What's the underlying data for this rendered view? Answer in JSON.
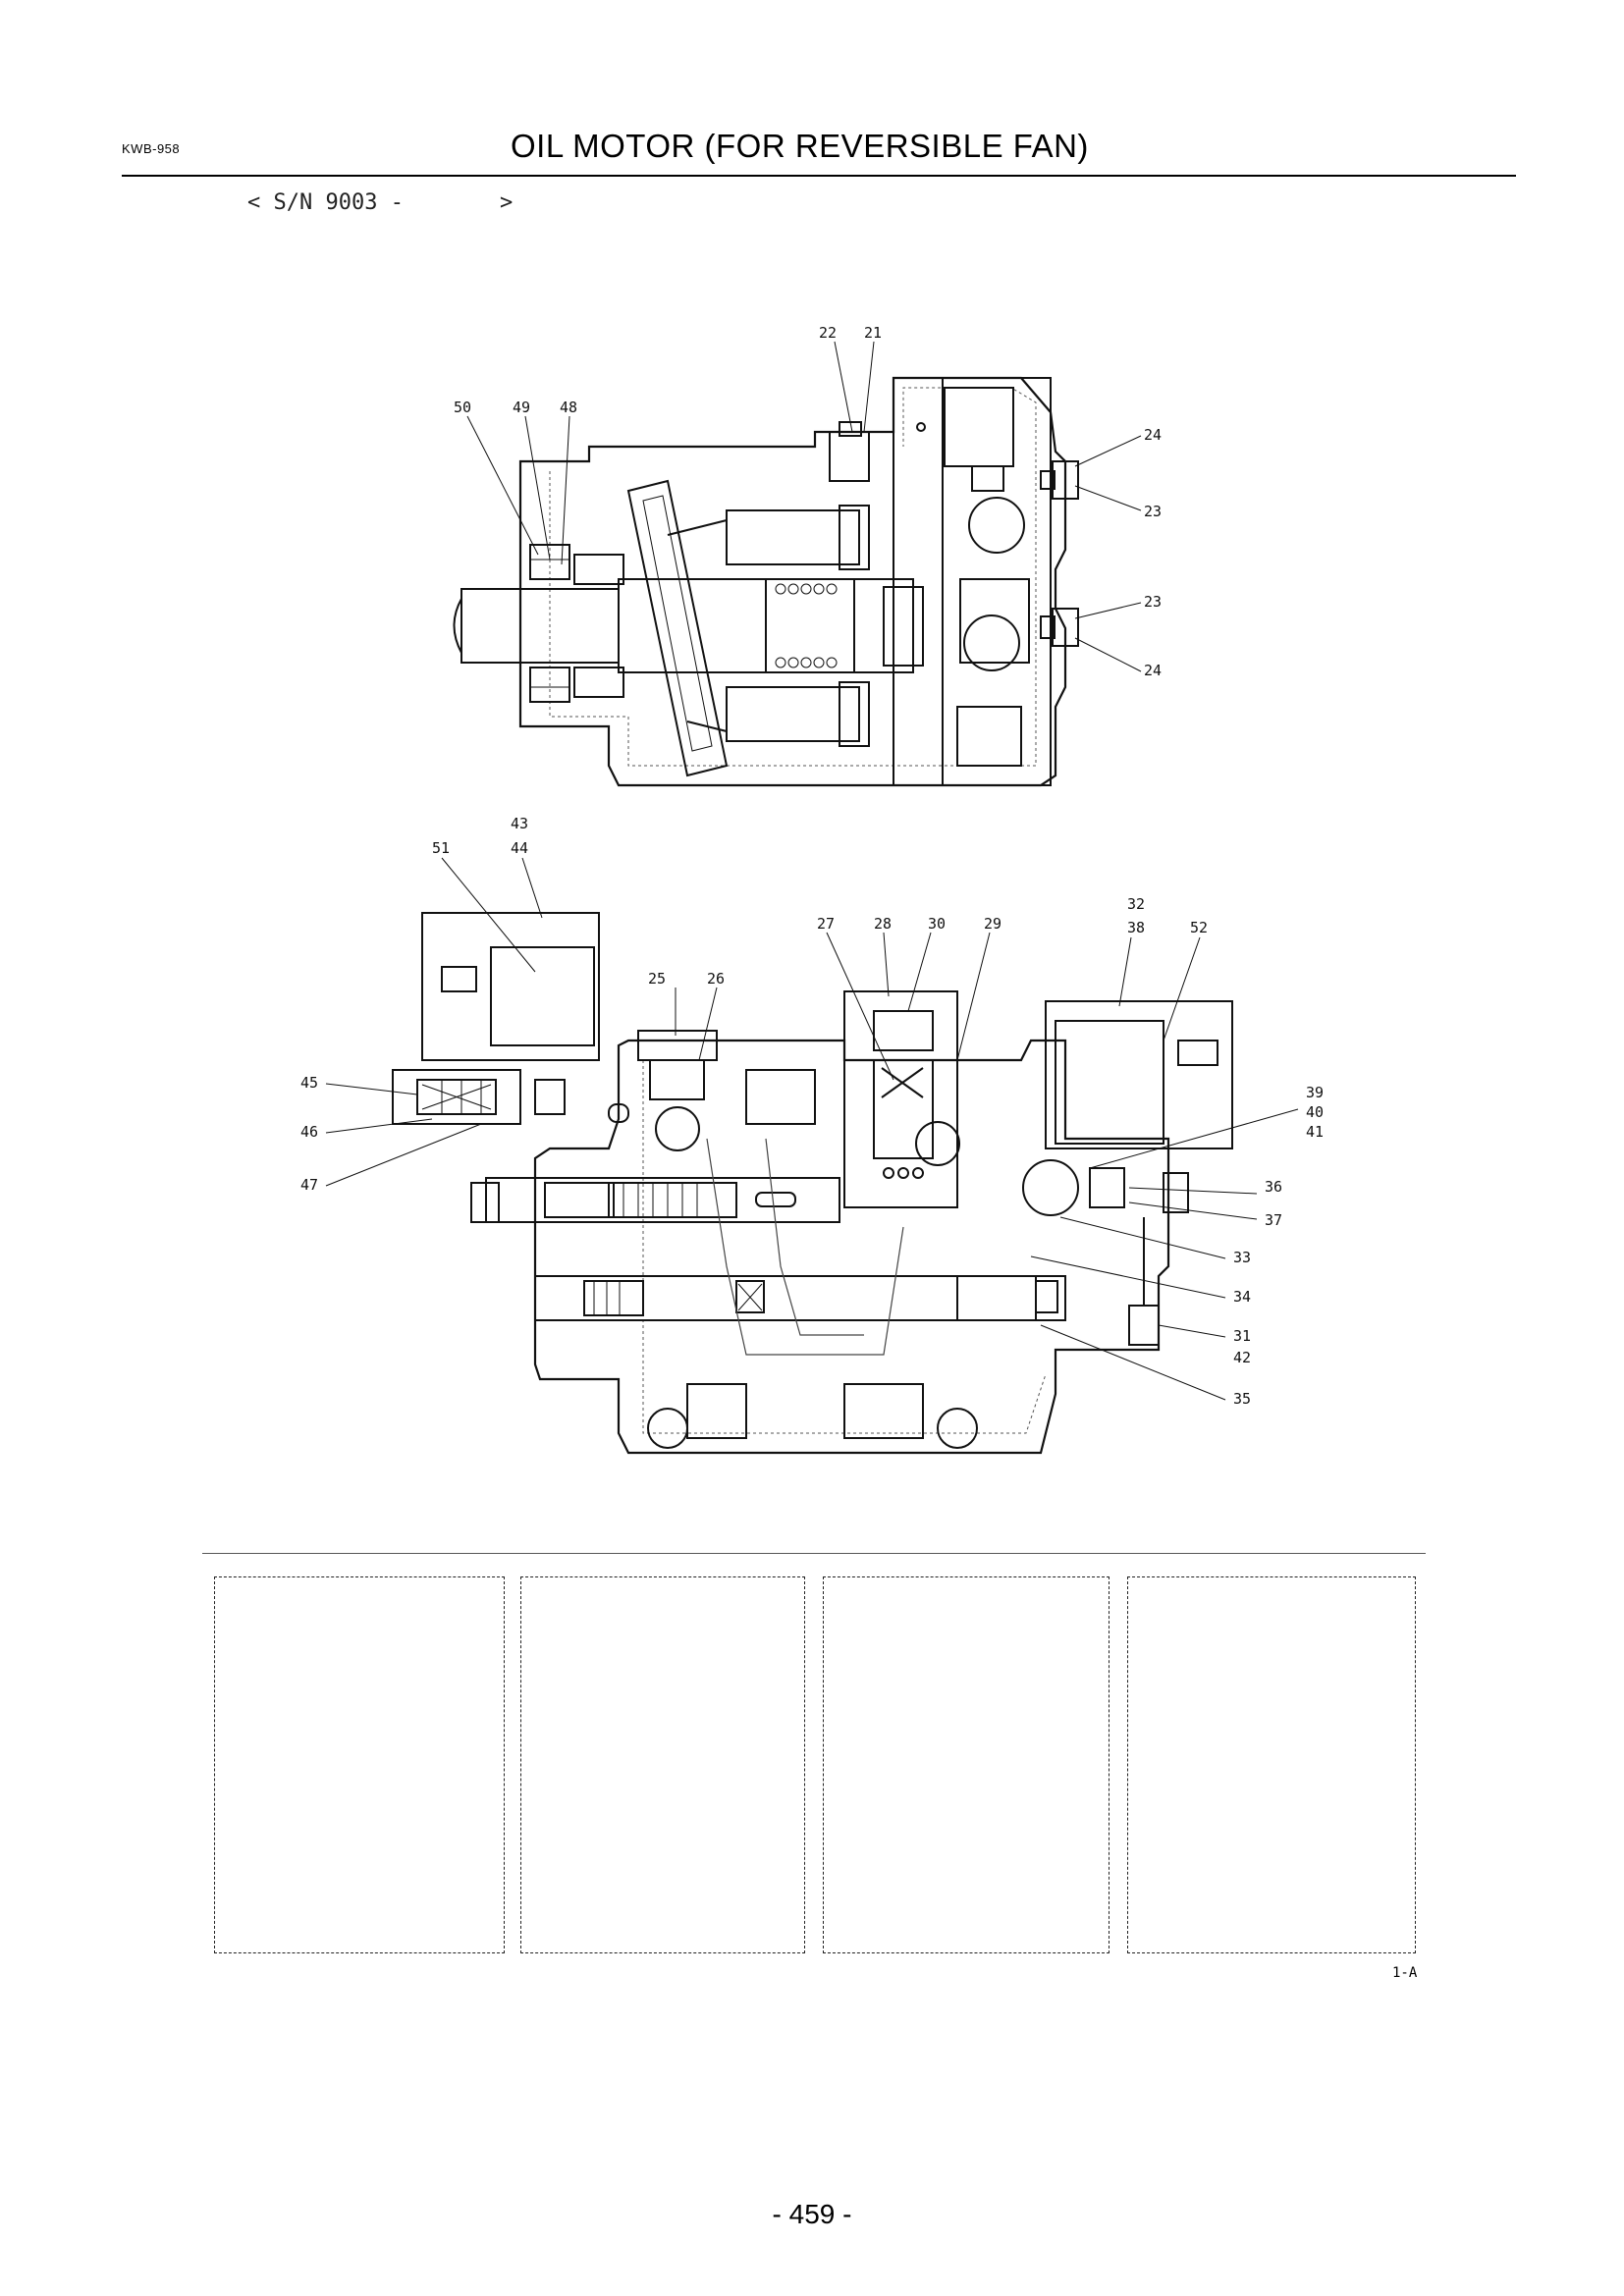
{
  "header": {
    "code": "KWB-958",
    "title": "OIL MOTOR (FOR REVERSIBLE FAN)"
  },
  "serial": {
    "open": "< S/N 9003 -",
    "close": ">"
  },
  "diagram": {
    "upper_view_callouts": [
      "22",
      "21",
      "50",
      "49",
      "48",
      "24",
      "23",
      "23",
      "24"
    ],
    "lower_view_callouts": [
      "43",
      "51",
      "44",
      "27",
      "28",
      "30",
      "29",
      "32",
      "38",
      "52",
      "25",
      "26",
      "45",
      "46",
      "47",
      "39",
      "40",
      "41",
      "36",
      "37",
      "33",
      "34",
      "31",
      "42",
      "35"
    ]
  },
  "note_boxes": [
    "",
    "",
    "",
    ""
  ],
  "figure_ref": "1-A",
  "page_number": "- 459 -"
}
